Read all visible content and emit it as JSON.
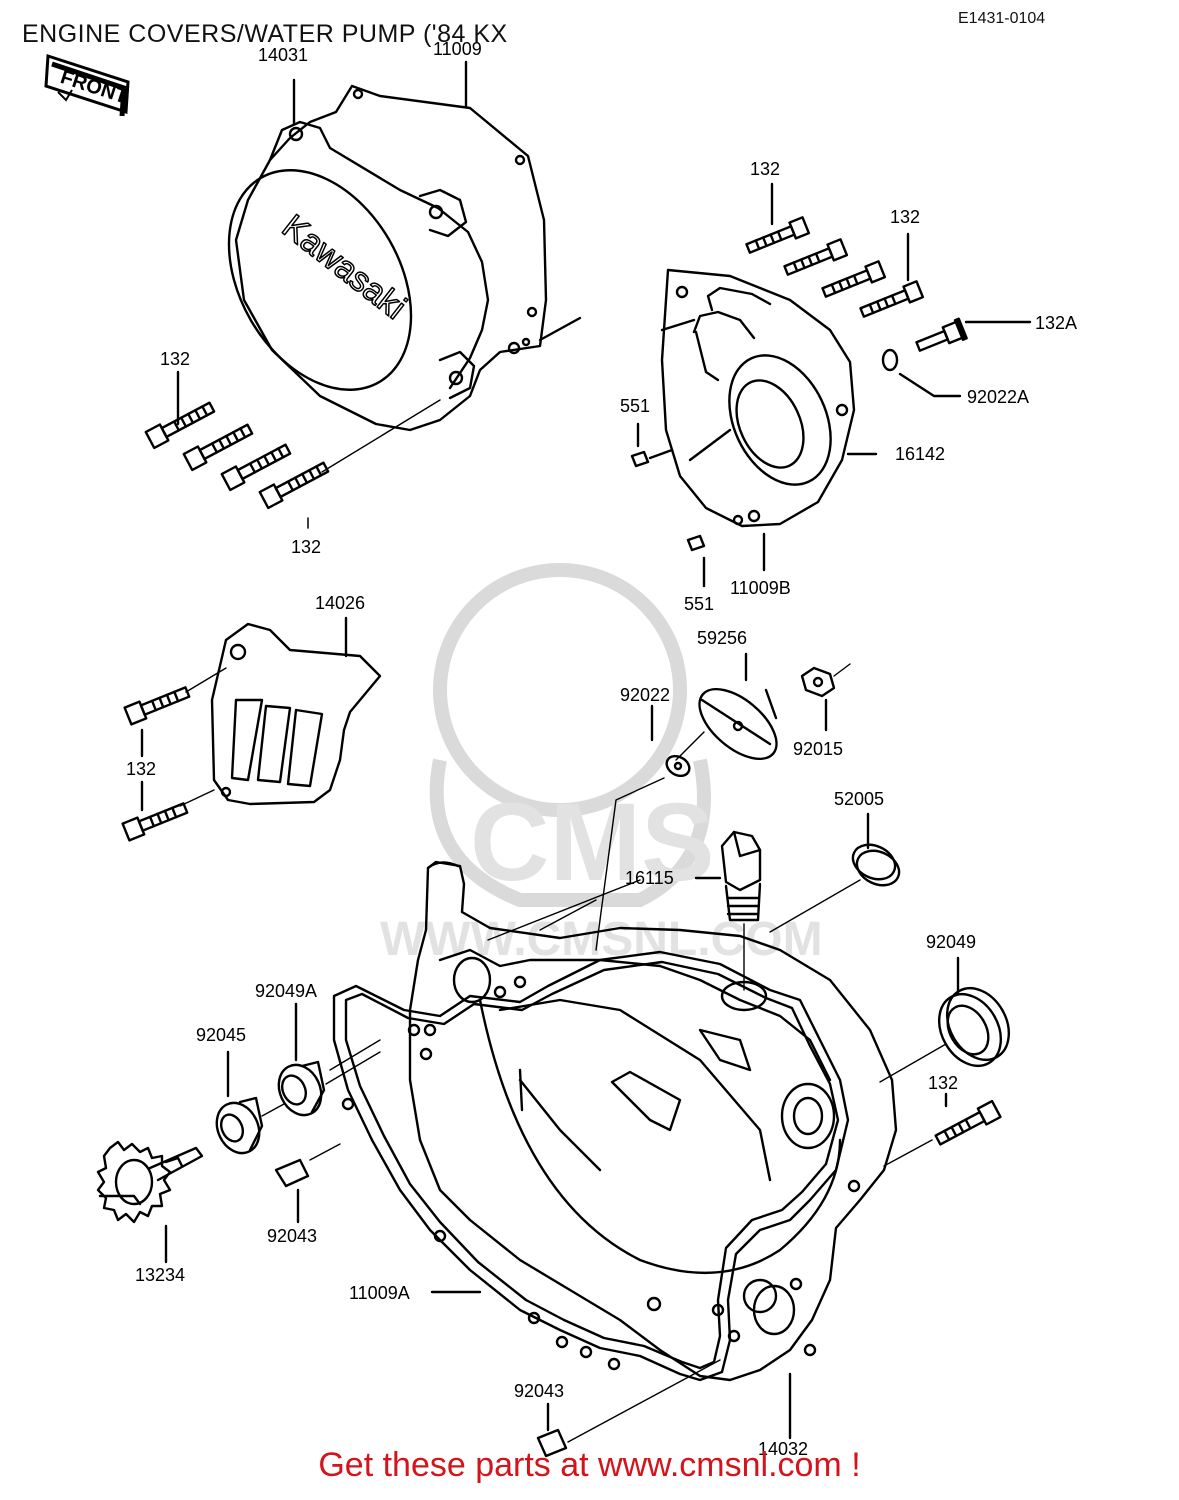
{
  "header": {
    "title": "ENGINE COVERS/WATER PUMP ('84 KX",
    "diagram_code": "E1431-0104"
  },
  "front_arrow": {
    "label": "FRONT"
  },
  "cover_logo": {
    "text": "Kawasaki"
  },
  "watermark": {
    "brand": "CMS",
    "url": "WWW.CMSNL.COM"
  },
  "footer": {
    "cta": "Get these parts at www.cmsnl.com !"
  },
  "parts": {
    "p14031": "14031",
    "p11009": "11009",
    "p132_cover_top": "132",
    "p132_cover_bottom": "132",
    "p132_pump_a": "132",
    "p132_pump_b": "132",
    "p132A": "132A",
    "p92022A": "92022A",
    "p551_top": "551",
    "p16142": "16142",
    "p551_bottom": "551",
    "p11009B": "11009B",
    "p14026": "14026",
    "p132_guard": "132",
    "p59256": "59256",
    "p92022": "92022",
    "p92015": "92015",
    "p52005": "52005",
    "p16115": "16115",
    "p92049": "92049",
    "p92049A": "92049A",
    "p92045": "92045",
    "p132_right": "132",
    "p92043_left": "92043",
    "p13234": "13234",
    "p11009A": "11009A",
    "p92043_bottom": "92043",
    "p14032": "14032"
  },
  "colors": {
    "banner": "#d4141a",
    "linework": "#000000",
    "watermark": "#d9d9d9"
  }
}
